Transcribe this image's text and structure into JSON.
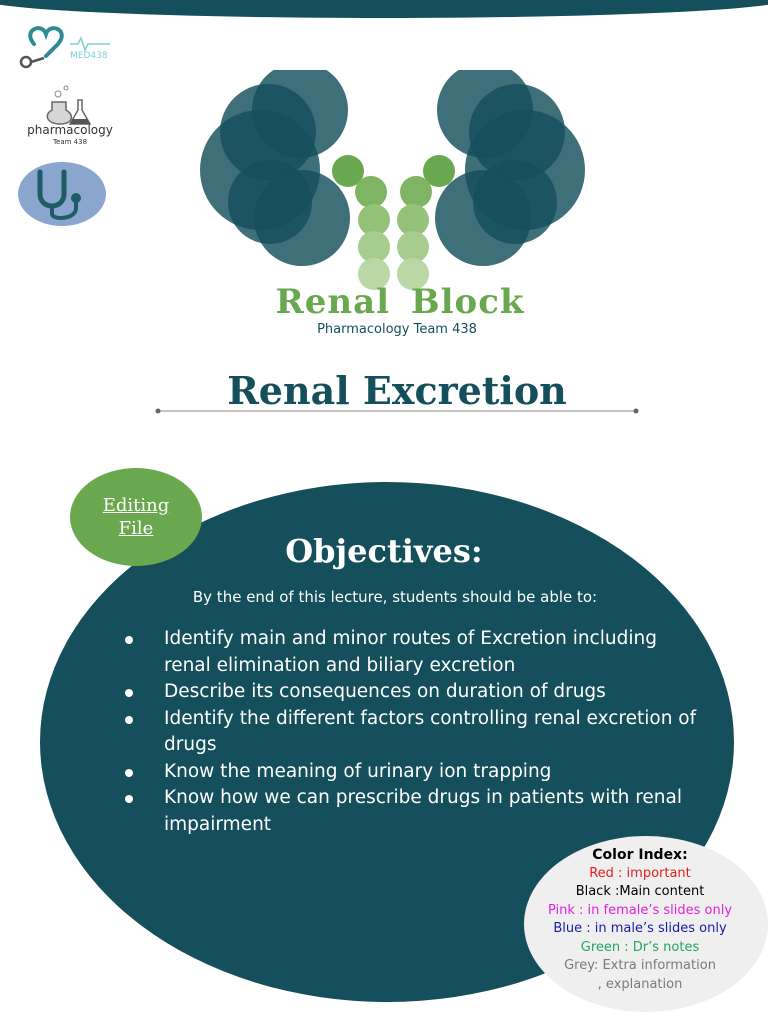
{
  "logos": {
    "med_text": "MED438",
    "pharmacology_text": "pharmacology",
    "pharmacology_team": "Team 438"
  },
  "header": {
    "block_title": "Renal Block",
    "block_subtitle": "Pharmacology Team 438",
    "lecture_title": "Renal Excretion"
  },
  "editing_file": {
    "line1": "Editing",
    "line2": "File"
  },
  "objectives": {
    "title": "Objectives:",
    "intro": "By the end of this lecture, students should be able to:",
    "items": [
      "Identify main and minor routes of Excretion including renal elimination and biliary excretion",
      "Describe its consequences on duration of drugs",
      "Identify the different factors controlling renal excretion of drugs",
      "Know the meaning of urinary ion trapping",
      "Know how we can prescribe drugs in patients with renal impairment"
    ]
  },
  "color_index": {
    "title": "Color Index:",
    "entries": [
      {
        "text": "Red : important",
        "color": "#e02020"
      },
      {
        "text": "Black :Main content",
        "color": "#000000"
      },
      {
        "text": "Pink : in female’s slides only",
        "color": "#e020e0"
      },
      {
        "text": "Blue : in male’s slides only",
        "color": "#1a1aa8"
      },
      {
        "text": "Green : Dr’s notes",
        "color": "#22a860"
      },
      {
        "text": "Grey: Extra information",
        "color": "#7a7a7a"
      },
      {
        "text": ", explanation",
        "color": "#7a7a7a"
      }
    ]
  },
  "colors": {
    "teal": "#154f5c",
    "green": "#6aa84f",
    "light_green": "#b6d7a8"
  }
}
